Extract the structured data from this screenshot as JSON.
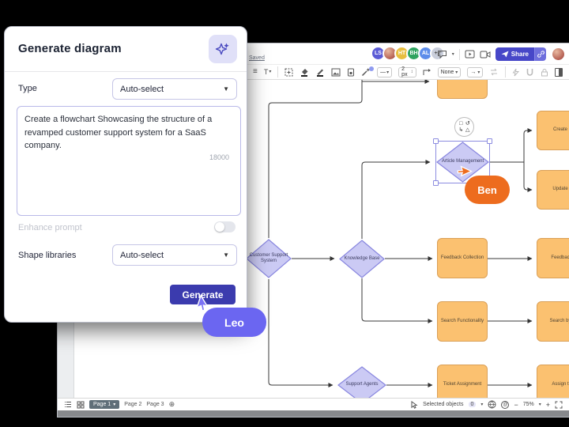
{
  "dialog": {
    "title": "Generate diagram",
    "type_label": "Type",
    "type_value": "Auto-select",
    "prompt": "Create a flowchart Showcasing the structure of a revamped customer support system for a SaaS company.",
    "char_count": "18000",
    "enhance_label": "Enhance prompt",
    "shape_libraries_label": "Shape libraries",
    "shape_libraries_value": "Auto-select",
    "generate_label": "Generate"
  },
  "header": {
    "saved": "Saved",
    "avatars": [
      {
        "initials": "LS",
        "color": "#5b5bd6"
      },
      {
        "initials": "",
        "color": "photo"
      },
      {
        "initials": "HT",
        "color": "#e7be3f"
      },
      {
        "initials": "BH",
        "color": "#2fa360"
      },
      {
        "initials": "AL",
        "color": "#5d8dea"
      },
      {
        "initials": "+2",
        "color": "#c9cedb"
      }
    ],
    "share_label": "Share"
  },
  "toolbar": {
    "text_tool": "T",
    "line_style_value": "—",
    "line_width_value": "2 px",
    "fill_value": "None",
    "arrow_value": "→"
  },
  "canvas": {
    "nodes": [
      {
        "label": "",
        "type": "process"
      },
      {
        "label": "Create",
        "type": "process"
      },
      {
        "label": "Update",
        "type": "process"
      },
      {
        "label": "Article Management",
        "type": "decision",
        "selected": true
      },
      {
        "label": "Customer Support System",
        "type": "decision"
      },
      {
        "label": "Knowledge Base",
        "type": "decision"
      },
      {
        "label": "Feedback Collection",
        "type": "process"
      },
      {
        "label": "Feedbac",
        "type": "process"
      },
      {
        "label": "Search Functionality",
        "type": "process"
      },
      {
        "label": "Search by",
        "type": "process"
      },
      {
        "label": "Support Agents",
        "type": "decision"
      },
      {
        "label": "Ticket Assignment",
        "type": "process"
      },
      {
        "label": "Assign t",
        "type": "process"
      }
    ],
    "cursors": [
      {
        "name": "Ben",
        "color": "#ed6c1e"
      },
      {
        "name": "Leo",
        "color": "#6b66f1"
      }
    ]
  },
  "footer": {
    "pages": [
      "Page 1",
      "Page 2",
      "Page 3"
    ],
    "selected_objects_label": "Selected objects",
    "selected_count": "0",
    "zoom_level": "75%"
  },
  "colors": {
    "diamond_fill": "#cbcaf4",
    "diamond_stroke": "#8886df",
    "process_fill": "#fbc170",
    "process_stroke": "#daa058",
    "share_button": "#4747c8",
    "generate_button": "#3b3bae",
    "ben_cursor": "#ed6c1e",
    "leo_cursor": "#6b66f1"
  },
  "icons": {
    "sparkle": "✦",
    "chevron_down": "▾",
    "align": "≡",
    "plus_circle": "⊕",
    "minus": "−",
    "plus": "+",
    "updown": "↕",
    "square": "□",
    "rotate": "↺",
    "branch": "↳",
    "triangle": "△"
  }
}
